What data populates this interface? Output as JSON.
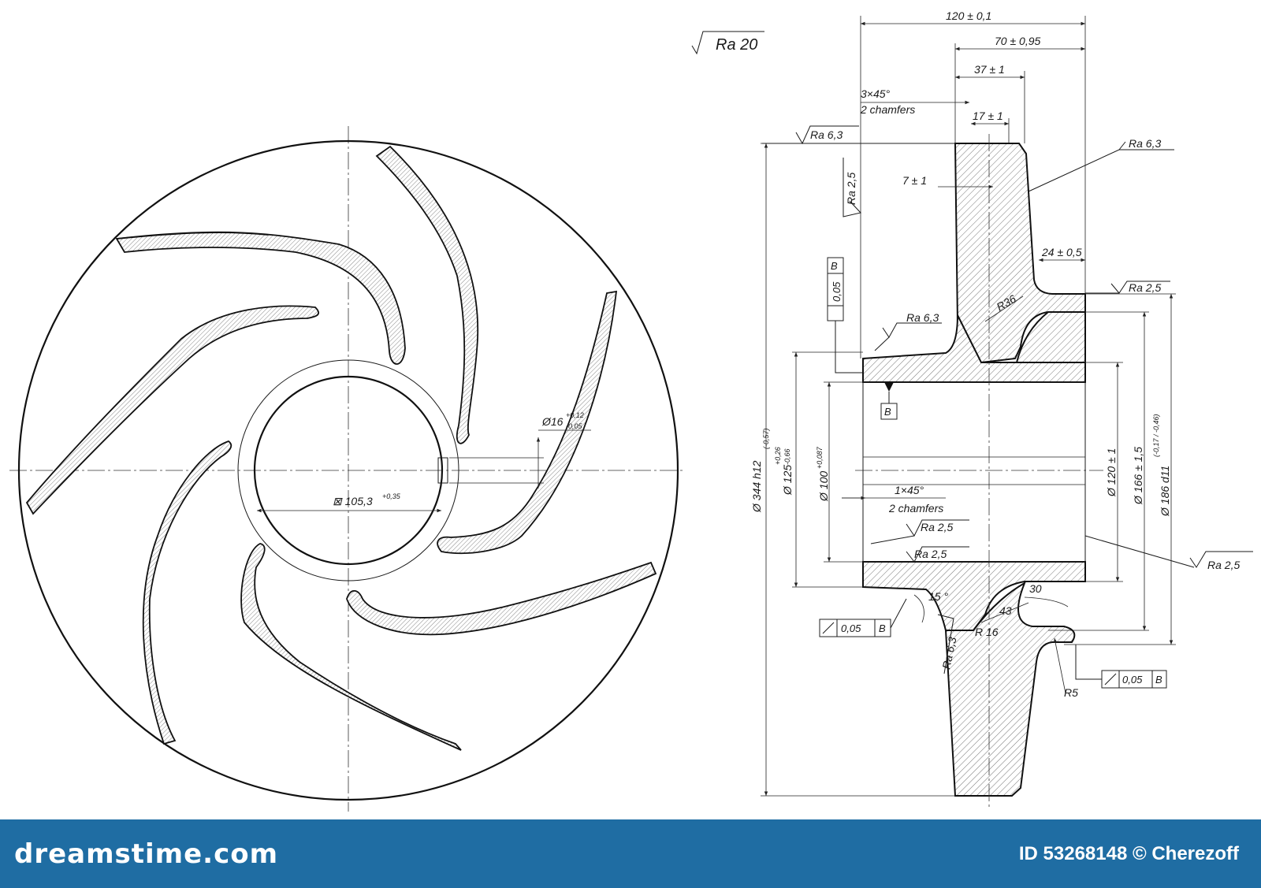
{
  "surface_global": "Ra 20",
  "front_view": {
    "keyway_dim": "Ø16",
    "keyway_tol_upper": "+0,12",
    "keyway_tol_lower": "-0,05",
    "bore_dim": "⊠ 105,3",
    "bore_tol": "+0,35"
  },
  "section_view": {
    "dims": {
      "d120": "120 ± 0,1",
      "d70": "70 ± 0,95",
      "d37": "37 ± 1",
      "d17": "17 ± 1",
      "d7": "7 ± 1",
      "d24": "24 ± 0,5",
      "chamfer_top_1": "3×45°",
      "chamfer_top_2": "2 chamfers",
      "chamfer_bot_1": "1×45°",
      "chamfer_bot_2": "2 chamfers",
      "r36": "R36",
      "r16": "R 16",
      "r5": "R5",
      "a30": "30",
      "a43": "43",
      "a15": "15 °",
      "dia344": "Ø 344 h12",
      "dia344_tol": "(-0,57)",
      "dia125": "Ø 125",
      "dia125_tol_u": "+0,26",
      "dia125_tol_l": "-0,66",
      "dia100": "Ø 100",
      "dia100_tol": "+0,087",
      "dia120": "Ø 120 ± 1",
      "dia166": "Ø 166 ± 1,5",
      "dia186": "Ø 186 d11",
      "dia186_tol": "(-0,17 / -0,46)"
    },
    "roughness": {
      "ra63_top": "Ra 6,3",
      "ra25_v": "Ra 2,5",
      "ra63_right": "Ra 6,3",
      "ra25_right": "Ra 2,5",
      "ra63_hub": "Ra 6,3",
      "ra25_bore1": "Ra 2,5",
      "ra25_bore2": "Ra 2,5",
      "ra25_far": "Ra 2,5",
      "ra63_bottom": "Ra 6,3"
    },
    "tolerance_frames": {
      "f1_value": "0,05",
      "f1_datum": "B",
      "f2_value": "0,05",
      "f2_datum": "B",
      "f3_value": "0,05",
      "f3_datum": "B"
    },
    "datum": "B"
  },
  "footer": {
    "brand": "dreamstime.com",
    "credit": "ID 53268148 © Cherezoff"
  }
}
